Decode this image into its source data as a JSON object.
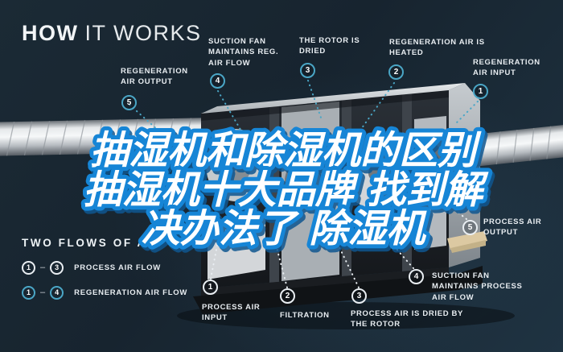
{
  "title": {
    "bold": "HOW",
    "light": "IT WORKS"
  },
  "headline": {
    "line1": "抽湿机和除湿机的区别",
    "line2": "抽湿机十大品牌 找到解",
    "line3": "决办法了 除湿机",
    "fill_color": "#ffffff",
    "stroke_color": "#1585d6"
  },
  "colors": {
    "background": "#17242f",
    "regeneration_accent": "#4aa6c6",
    "process_accent": "#e9eef2"
  },
  "callouts": {
    "regeneration": [
      {
        "num": "1",
        "label": "REGENERATION AIR INPUT"
      },
      {
        "num": "2",
        "label": "REGENERATION AIR IS HEATED"
      },
      {
        "num": "3",
        "label": "THE ROTOR IS DRIED"
      },
      {
        "num": "4",
        "label": "SUCTION FAN MAINTAINS REG. AIR FLOW"
      },
      {
        "num": "5",
        "label": "REGENERATION AIR OUTPUT"
      }
    ],
    "process": [
      {
        "num": "1",
        "label": "PROCESS AIR INPUT"
      },
      {
        "num": "2",
        "label": "FILTRATION"
      },
      {
        "num": "3",
        "label": "PROCESS AIR IS DRIED BY THE ROTOR"
      },
      {
        "num": "4",
        "label": "SUCTION FAN MAINTAINS PROCESS AIR FLOW"
      },
      {
        "num": "5",
        "label": "PROCESS AIR OUTPUT"
      }
    ]
  },
  "legend": {
    "heading": "TWO FLOWS OF AIR",
    "dash": "–",
    "rows": [
      {
        "from": "1",
        "to": "3",
        "label": "PROCESS AIR FLOW",
        "type": "process"
      },
      {
        "from": "1",
        "to": "4",
        "label": "REGENERATION AIR FLOW",
        "type": "regeneration"
      }
    ]
  }
}
